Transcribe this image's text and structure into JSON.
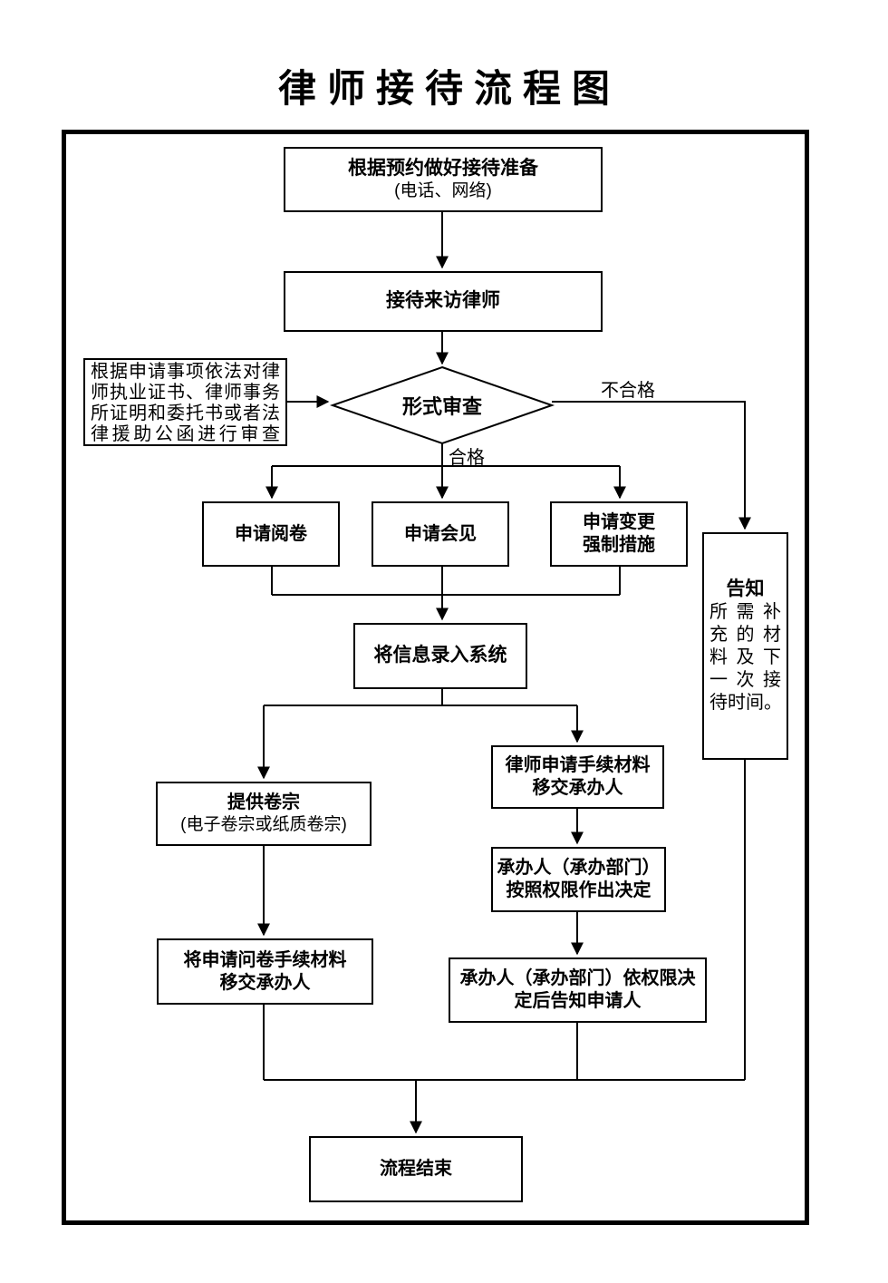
{
  "title": "律师接待流程图",
  "colors": {
    "line": "#000000",
    "background": "#ffffff",
    "text": "#000000"
  },
  "nodes": {
    "prepare": {
      "line1": "根据预约做好接待准备",
      "line2": "(电话、网络)"
    },
    "reception": {
      "label": "接待来访律师"
    },
    "review": {
      "label": "形式审查"
    },
    "basis": {
      "lines": [
        "根据申请事项依法对律",
        "师执业证书、律师事务",
        "所证明和委托书或者法",
        "律援助公函进行审查"
      ]
    },
    "apply_reading": {
      "label": "申请阅卷"
    },
    "apply_meeting": {
      "label": "申请会见"
    },
    "apply_change": {
      "line1": "申请变更",
      "line2": "强制措施"
    },
    "inform": {
      "title": "告知",
      "lines": [
        "所需补",
        "充的材",
        "料及下",
        "一次接",
        "待时间。"
      ]
    },
    "input_system": {
      "label": "将信息录入系统"
    },
    "provide_files": {
      "line1": "提供卷宗",
      "line2": "(电子卷宗或纸质卷宗)"
    },
    "transfer_materials": {
      "line1": "律师申请手续材料",
      "line2": "移交承办人"
    },
    "handler_decide": {
      "line1": "承办人（承办部门）",
      "line2": "按照权限作出决定"
    },
    "handler_notify": {
      "line1": "承办人（承办部门）依权限决",
      "line2": "定后告知申请人"
    },
    "transfer_questionnaire": {
      "line1": "将申请问卷手续材料",
      "line2": "移交承办人"
    },
    "end": {
      "label": "流程结束"
    }
  },
  "edges": {
    "pass_label": "合格",
    "fail_label": "不合格"
  }
}
